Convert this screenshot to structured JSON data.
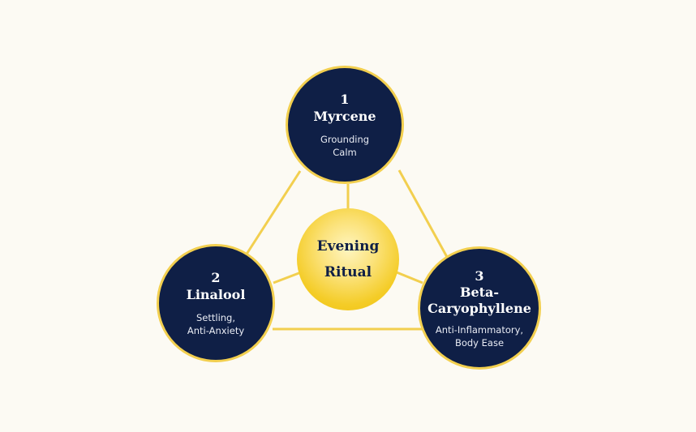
{
  "center": {
    "line1": "Evening",
    "line2": "Ritual"
  },
  "nodes": [
    {
      "number": "1",
      "name": "Myrcene",
      "description": [
        "Grounding",
        "Calm"
      ]
    },
    {
      "number": "2",
      "name": "Linalool",
      "description": [
        "Settling,",
        "Anti-Anxiety"
      ]
    },
    {
      "number": "3",
      "name_lines": [
        "Beta-",
        "Caryophyllene"
      ],
      "description": [
        "Anti-Inflammatory,",
        "Body Ease"
      ]
    }
  ],
  "colors": {
    "background": "#fcfaf3",
    "node_fill": "#0f1f46",
    "accent_gold": "#f2cf4f",
    "center_gold": "#f4cc26"
  }
}
